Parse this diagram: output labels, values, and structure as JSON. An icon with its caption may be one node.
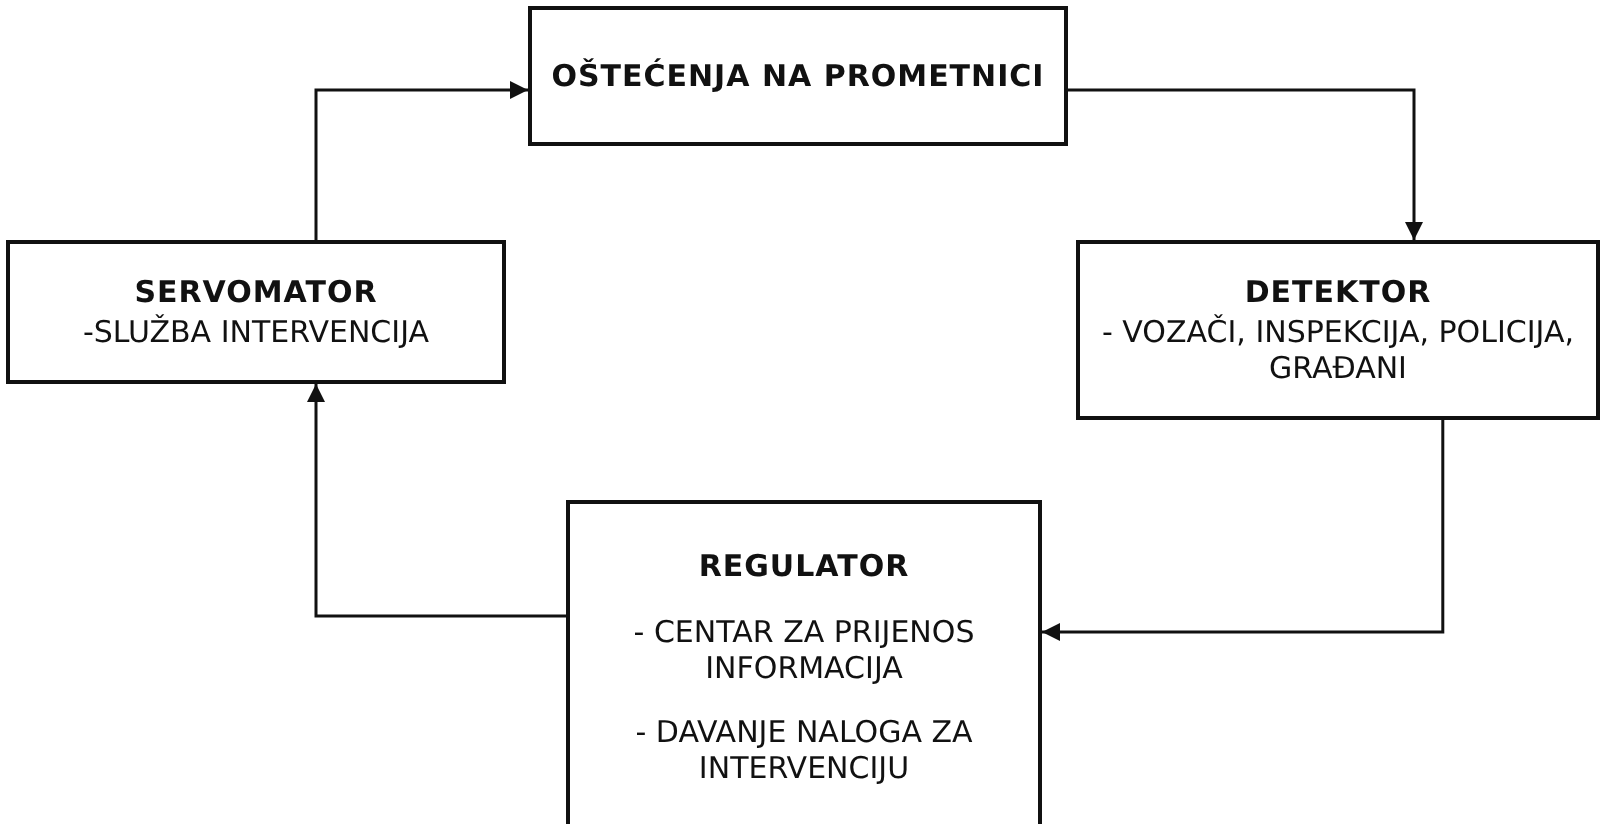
{
  "diagram": {
    "nodes": [
      {
        "text": [
          "OŠTEĆENJA NA PROMETNICI"
        ]
      },
      {
        "text": [
          "SERVOMATOR",
          "-SLUŽBA INTERVENCIJA"
        ]
      },
      {
        "text": [
          "DETEKTOR",
          "- VOZAČI, INSPEKCIJA, POLICIJA, GRAĐANI"
        ]
      },
      {
        "text": [
          "REGULATOR",
          "- CENTAR ZA PRIJENOS INFORMACIJA",
          "- DAVANJE NALOGA ZA INTERVENCIJU"
        ]
      }
    ],
    "edges": [
      {
        "from": 1,
        "to": 0,
        "arrow": "to"
      },
      {
        "from": 0,
        "to": 2,
        "arrow": "to"
      },
      {
        "from": 2,
        "to": 3,
        "arrow": "to"
      },
      {
        "from": 3,
        "to": 1,
        "arrow": "to"
      }
    ]
  }
}
